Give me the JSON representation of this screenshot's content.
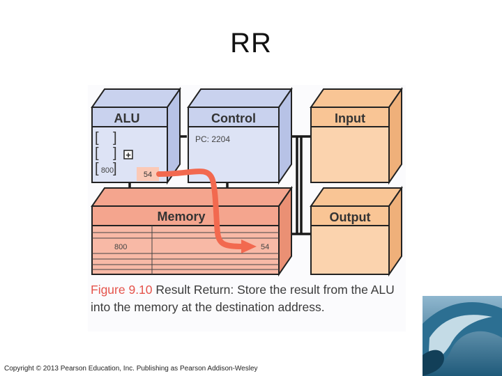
{
  "slide": {
    "title": "RR",
    "copyright": "Copyright © 2013 Pearson Education, Inc. Publishing as Pearson Addison-Wesley"
  },
  "figure": {
    "alu": {
      "label": "ALU",
      "reg1": "",
      "reg2": "",
      "reg3": "800",
      "operator": "+",
      "result": "54"
    },
    "control": {
      "label": "Control",
      "pc": "PC: 2204"
    },
    "input": {
      "label": "Input"
    },
    "output": {
      "label": "Output"
    },
    "memory": {
      "label": "Memory",
      "address": "800",
      "value": "54"
    },
    "caption": {
      "figure_label": "Figure 9.10",
      "text": " Result Return: Store the result from the ALU into the memory at the destination address."
    }
  },
  "colors": {
    "blue_face": "#dde3f5",
    "blue_top": "#c9d2ee",
    "blue_side": "#b7c2e6",
    "orange_face": "#fbd3ae",
    "orange_top": "#f9c595",
    "orange_side": "#efb07a",
    "memory_face": "#f8b9a6",
    "memory_top": "#f4a58e",
    "memory_side": "#ea9074",
    "arrow": "#f2694f",
    "caption_accent": "#e5534b"
  }
}
